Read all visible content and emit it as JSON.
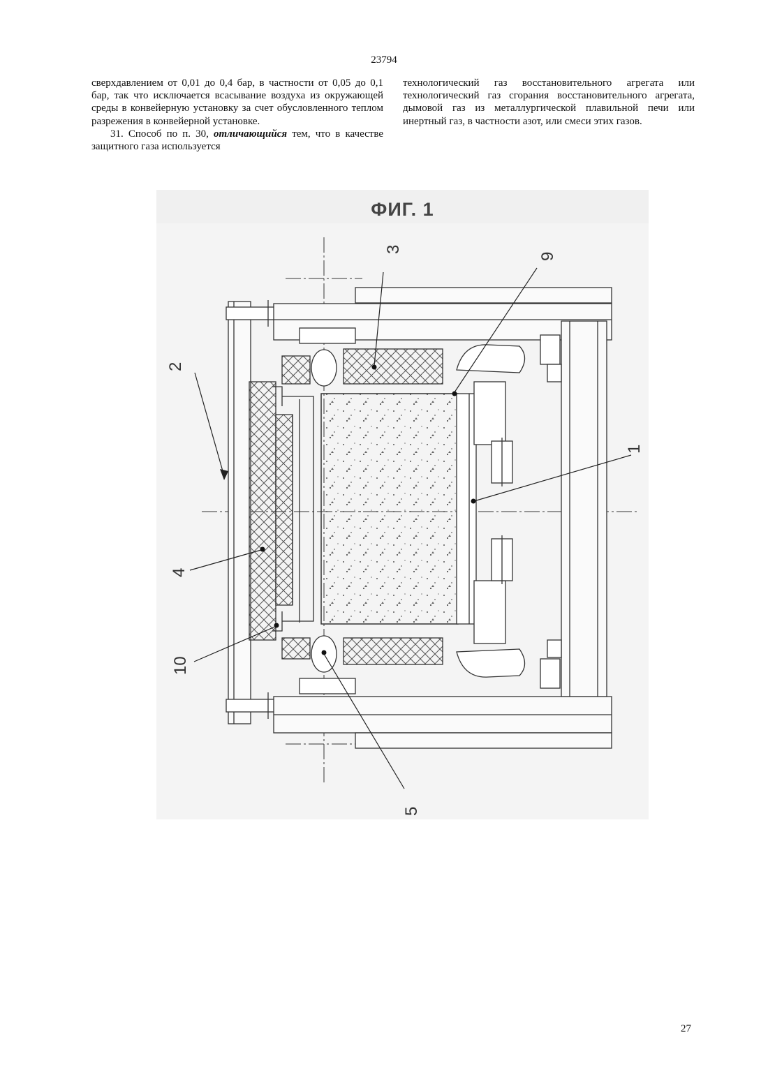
{
  "header": {
    "page_code": "23794"
  },
  "left_column": {
    "para1": "сверхдавлением от 0,01 до 0,4 бар, в частности от 0,05 до 0,1 бар, так что исключается всасывание воздуха из окружающей среды в конвейерную установку за счет обусловленного теплом разрежения в конвейерной установке.",
    "para2_prefix": "31. Способ по п. 30, ",
    "para2_emph": "отличающийся",
    "para2_suffix": " тем, что в качестве защитного газа используется"
  },
  "right_column": {
    "para1": "технологический газ восстановительного агрегата или технологический газ сгорания восстановительного агрегата, дымовой газ из металлургической плавильной печи или инертный газ, в частности азот, или смеси этих газов."
  },
  "figure": {
    "title": "ФИГ. 1",
    "labels": {
      "l1": "1",
      "l2": "2",
      "l3": "3",
      "l4": "4",
      "l5": "5",
      "l9": "9",
      "l10": "10"
    }
  },
  "footer": {
    "page_number": "27"
  }
}
